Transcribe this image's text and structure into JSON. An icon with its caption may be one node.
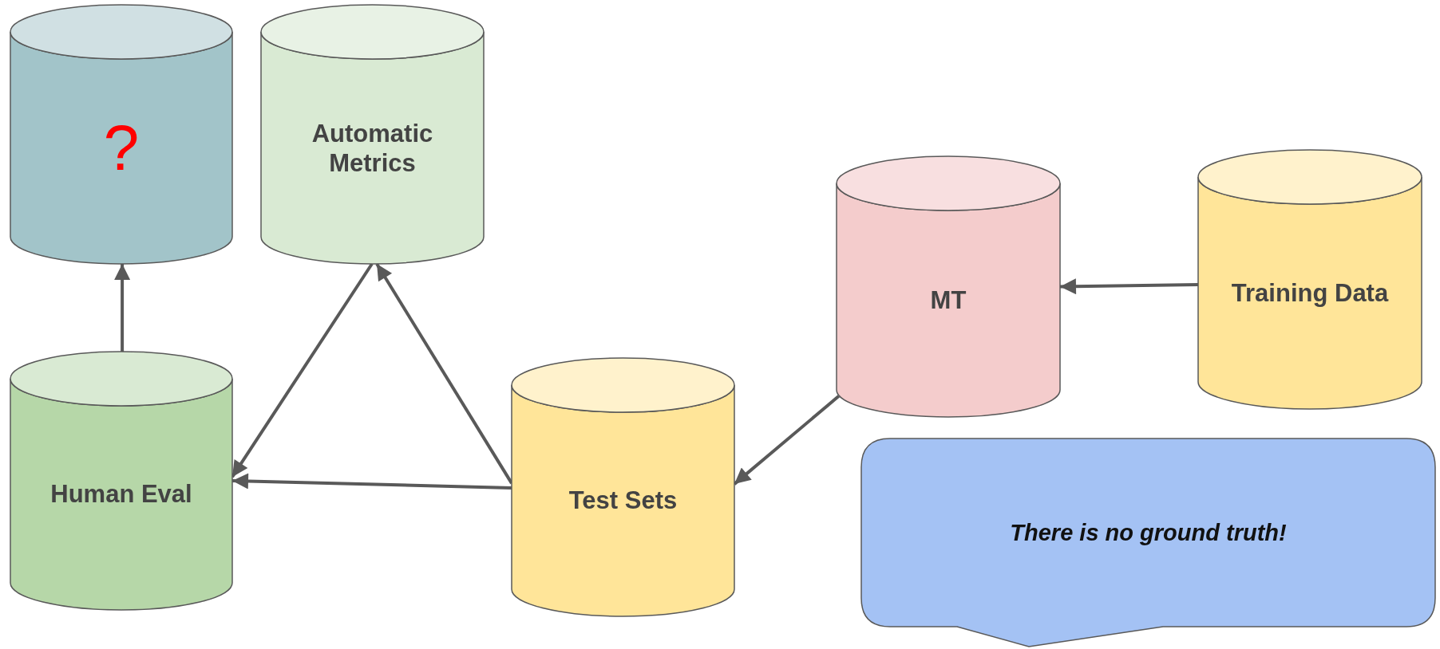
{
  "diagram": {
    "nodes": [
      {
        "text": [
          "?"
        ]
      },
      {
        "text": [
          "Automatic Metrics"
        ]
      },
      {
        "text": [
          "MT"
        ]
      },
      {
        "text": [
          "Training Data"
        ]
      },
      {
        "text": [
          "Human Eval"
        ]
      },
      {
        "text": [
          "Test Sets"
        ]
      },
      {
        "text": [
          "There is no ground truth!"
        ]
      }
    ],
    "edges": [
      {
        "from": 4,
        "to": 0,
        "arrow": "to"
      },
      {
        "from": 1,
        "to": 4,
        "arrow": "to"
      },
      {
        "from": 5,
        "to": 1,
        "arrow": "to"
      },
      {
        "from": 5,
        "to": 4,
        "arrow": "to"
      },
      {
        "from": 2,
        "to": 5,
        "arrow": "to"
      },
      {
        "from": 3,
        "to": 2,
        "arrow": "to"
      }
    ]
  }
}
